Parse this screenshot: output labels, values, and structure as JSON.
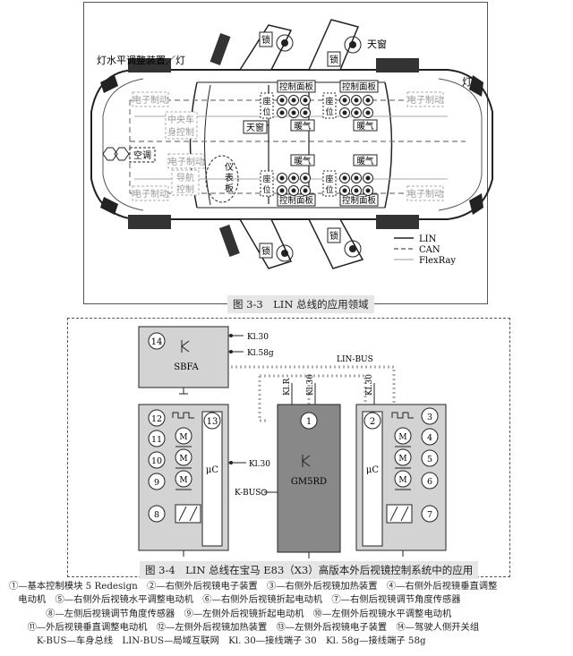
{
  "fig1": {
    "title_left": "灯水平调整装置／灯",
    "label_sunroof": "天窗",
    "label_lamp": "灯",
    "lock": "锁",
    "e_ctrl": "电子制动",
    "central": [
      "中央车",
      "身控制"
    ],
    "ac": "空调",
    "nav": [
      "导航",
      "控制"
    ],
    "instrument": [
      "仪",
      "表",
      "板"
    ],
    "panel": "控制面板",
    "seat": [
      "座",
      "位"
    ],
    "heating": "暖气",
    "legend": [
      "LIN",
      "CAN",
      "FlexRay"
    ],
    "caption": "图 3-3　LIN 总线的应用领域"
  },
  "fig2": {
    "kl30": "Kl.30",
    "kl58g": "Kl.58g",
    "linbus": "LIN-BUS",
    "klr": "Kl.R",
    "kbus": "K-BUS",
    "sbfa": "SBFA",
    "gm5rd": "GM5RD",
    "uc": "μC",
    "motor": "M",
    "nums": [
      "1",
      "2",
      "3",
      "4",
      "5",
      "6",
      "7",
      "8",
      "9",
      "10",
      "11",
      "12",
      "13",
      "14"
    ],
    "caption": "图 3-4　LIN 总线在宝马 E83（X3）高版本外后视镜控制系统中的应用"
  },
  "legend_text": [
    "①—基本控制模块 5 Redesign　②—右侧外后视镜电子装置　③—右侧外后视镜加热装置　④—右侧外后视镜垂直调整",
    "　电动机　⑤—右侧外后视镜水平调整电动机　⑥—右侧外后视镜折起电动机　⑦—右侧后视镜调节角度传感器",
    "　　　　⑧—左侧后视镜调节角度传感器　⑨—左侧外后视镜折起电动机　⑩—左侧外后视镜水平调整电动机",
    "　　⑪—外后视镜垂直调整电动机　⑫—左侧外后视镜加热装置　⑬—左侧外后视镜电子装置　⑭—驾驶人侧开关组",
    "　　　K-BUS—车身总线　LIN-BUS—局域互联网　Kl. 30—接线端子 30　Kl. 58g—接线端子 58g"
  ]
}
